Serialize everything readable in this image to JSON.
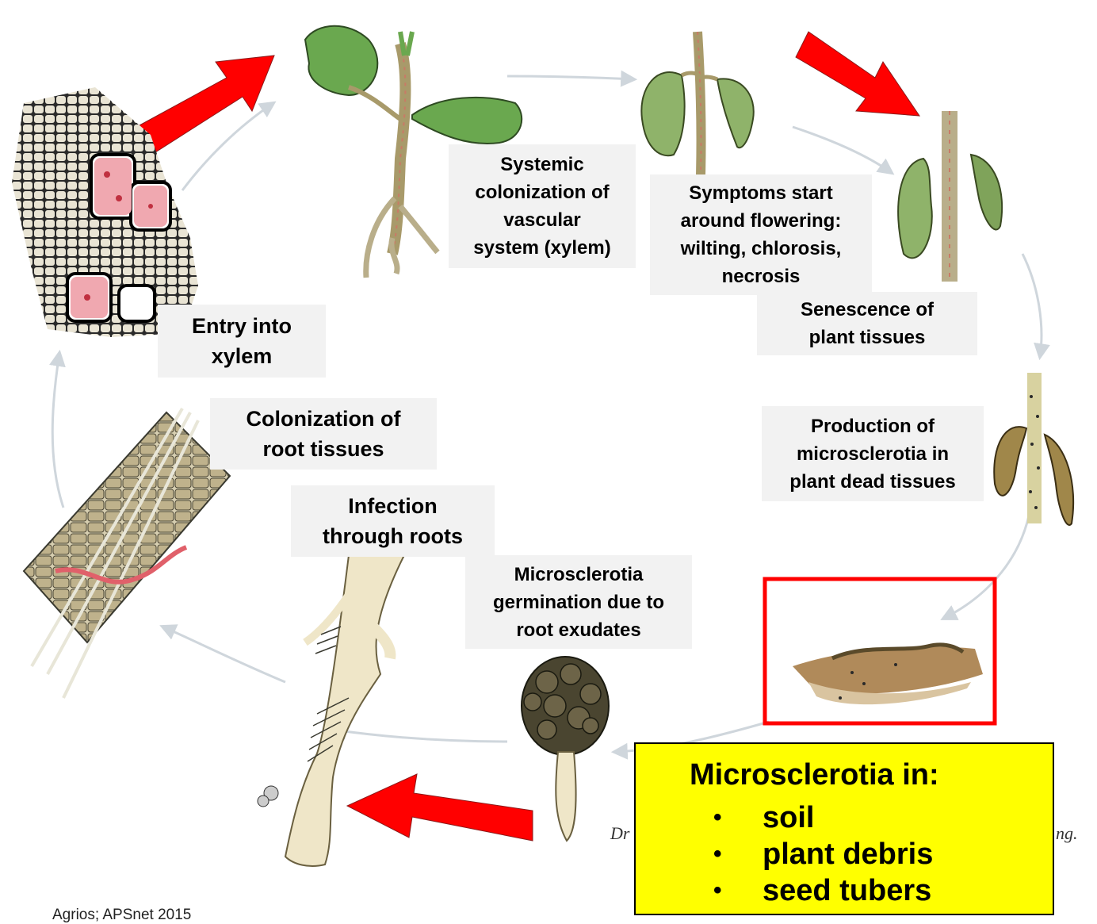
{
  "labels": {
    "systemic": "Systemic\ncolonization of\nvascular\nsystem (xylem)",
    "symptoms": "Symptoms start\naround flowering:\nwilting, chlorosis,\nnecrosis",
    "senescence": "Senescence of\nplant tissues",
    "entry": "Entry into\nxylem",
    "production": "Production of\nmicrosclerotia in\nplant dead tissues",
    "colonization": "Colonization of\nroot tissues",
    "infection": "Infection\nthrough roots",
    "germination": "Microsclerotia\ngermination due to\nroot exudates"
  },
  "source_box": {
    "title": "Microsclerotia in:",
    "items": [
      "soil",
      "plant debris",
      "seed tubers"
    ]
  },
  "credit": {
    "left": "Dr",
    "right": "ng."
  },
  "caption": "Agrios; APSnet 2015",
  "colors": {
    "arrow_red": "#ff0000",
    "highlight_box": "#ff0000",
    "label_bg": "#f2f2f2",
    "source_box_bg": "#ffff00",
    "leaf_green": "#6aa84f",
    "dead_tissue": "#8a7a3a"
  },
  "icons": [
    "plant-seedling-icon",
    "wilting-plant-icon",
    "dead-stem-icon",
    "soil-debris-icon",
    "microsclerotium-icon",
    "infected-root-icon",
    "root-tissue-icon",
    "xylem-cells-icon"
  ]
}
